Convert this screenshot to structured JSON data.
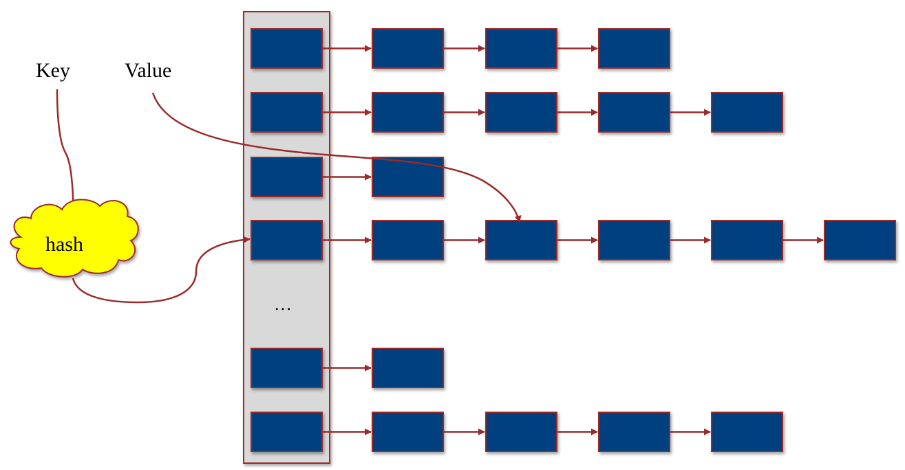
{
  "labels": {
    "key": "Key",
    "value": "Value",
    "hash": "hash",
    "ellipsis": "…"
  },
  "buckets": [
    {
      "chain_length": 3
    },
    {
      "chain_length": 4
    },
    {
      "chain_length": 1
    },
    {
      "chain_length": 5
    },
    {
      "chain_length": 1
    },
    {
      "chain_length": 4
    }
  ],
  "colors": {
    "node": "#00407e",
    "border": "#9b2a2b",
    "table": "#d9d9d9",
    "cloud": "#ffff00"
  }
}
